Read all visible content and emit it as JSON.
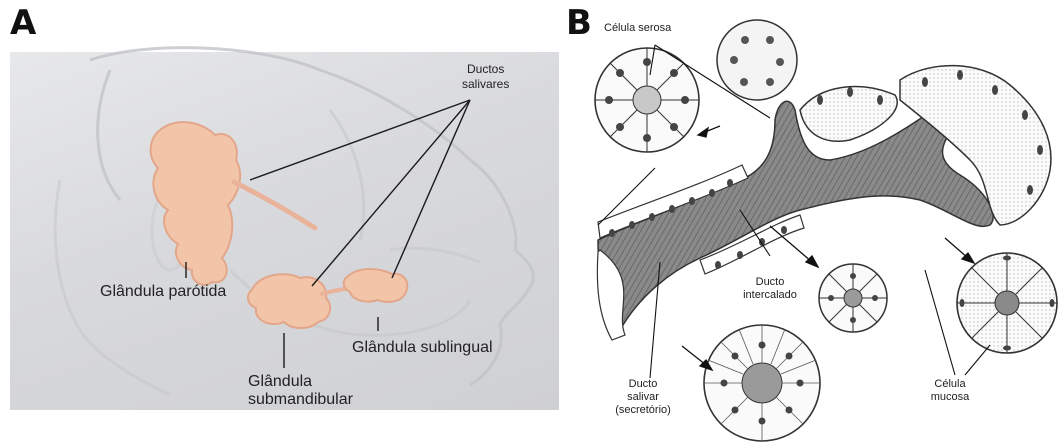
{
  "panel_a": {
    "letter": "A",
    "labels": {
      "ductos_line1": "Ductos",
      "ductos_line2": "salivares",
      "parotida": "Glândula parótida",
      "sublingual": "Glândula sublingual",
      "submandibular_line1": "Glândula",
      "submandibular_line2": "submandibular"
    }
  },
  "panel_b": {
    "letter": "B",
    "labels": {
      "celula_serosa": "Célula serosa",
      "ducto_intercalado_line1": "Ducto",
      "ducto_intercalado_line2": "intercalado",
      "ducto_salivar_line1": "Ducto",
      "ducto_salivar_line2": "salivar",
      "ducto_salivar_line3": "(secretório)",
      "celula_mucosa_line1": "Célula",
      "celula_mucosa_line2": "mucosa"
    }
  },
  "colors": {
    "gland": "#f3c9ad",
    "gland_edge": "#e6a989",
    "face_line": "#c4c6ca",
    "ink": "#333333"
  }
}
